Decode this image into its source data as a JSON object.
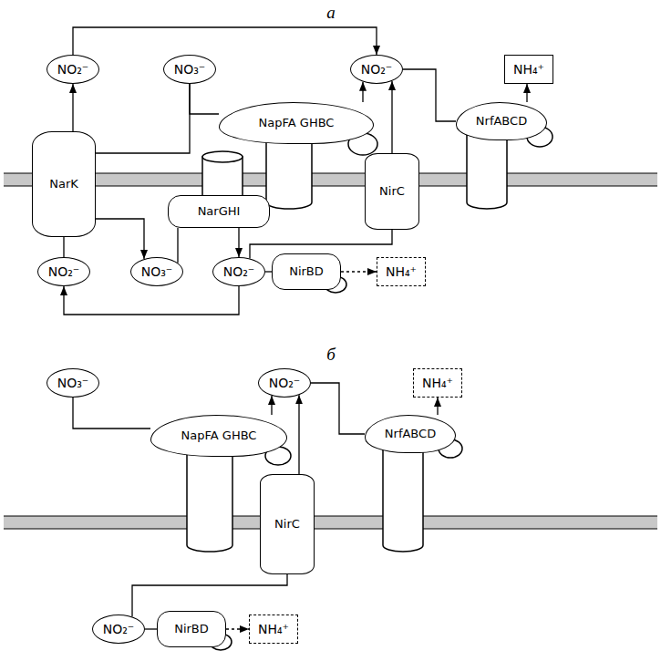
{
  "diagram": {
    "nodes": [
      {
        "text": [
          "NO₂⁻"
        ]
      },
      {
        "text": [
          "NO₃⁻"
        ]
      },
      {
        "text": [
          "NO₂⁻"
        ]
      },
      {
        "text": [
          "NH₄⁺"
        ]
      },
      {
        "text": [
          "NapFA GHBC"
        ]
      },
      {
        "text": [
          "NrfABCD"
        ]
      },
      {
        "text": [
          "NarK"
        ]
      },
      {
        "text": [
          "NirC"
        ]
      },
      {
        "text": [
          "NarGHI"
        ]
      },
      {
        "text": [
          "NO₂⁻"
        ]
      },
      {
        "text": [
          "NO₃⁻"
        ]
      },
      {
        "text": [
          "NO₂⁻"
        ]
      },
      {
        "text": [
          "NirBD"
        ]
      },
      {
        "text": [
          "NH₄⁺"
        ]
      },
      {
        "text": [
          "NO₃⁻"
        ]
      },
      {
        "text": [
          "NO₂⁻"
        ]
      },
      {
        "text": [
          "NH₄⁺"
        ]
      },
      {
        "text": [
          "NapFA GHBC"
        ]
      },
      {
        "text": [
          "NrfABCD"
        ]
      },
      {
        "text": [
          "NirC"
        ]
      },
      {
        "text": [
          "NO₂⁻"
        ]
      },
      {
        "text": [
          "NirBD"
        ]
      },
      {
        "text": [
          "NH₄⁺"
        ]
      }
    ],
    "edges": [
      {
        "from": 6,
        "to": 0,
        "arrow": "to"
      },
      {
        "from": 0,
        "to": 2,
        "arrow": "to"
      },
      {
        "from": 1,
        "to": 6,
        "arrow": "none"
      },
      {
        "from": 1,
        "to": 4,
        "arrow": "none"
      },
      {
        "from": 4,
        "to": 2,
        "arrow": "to"
      },
      {
        "from": 2,
        "to": 5,
        "arrow": "none"
      },
      {
        "from": 5,
        "to": 3,
        "arrow": "to"
      },
      {
        "from": 7,
        "to": 2,
        "arrow": "to"
      },
      {
        "from": 10,
        "to": 8,
        "arrow": "none"
      },
      {
        "from": 8,
        "to": 11,
        "arrow": "to"
      },
      {
        "from": 11,
        "to": 7,
        "arrow": "none"
      },
      {
        "from": 11,
        "to": 12,
        "arrow": "none"
      },
      {
        "from": 12,
        "to": 13,
        "arrow": "to"
      },
      {
        "from": 11,
        "to": 9,
        "arrow": "to"
      },
      {
        "from": 9,
        "to": 6,
        "arrow": "none"
      },
      {
        "from": 6,
        "to": 10,
        "arrow": "to"
      },
      {
        "from": 14,
        "to": 17,
        "arrow": "none"
      },
      {
        "from": 17,
        "to": 15,
        "arrow": "to"
      },
      {
        "from": 19,
        "to": 15,
        "arrow": "to"
      },
      {
        "from": 15,
        "to": 18,
        "arrow": "none"
      },
      {
        "from": 18,
        "to": 16,
        "arrow": "to"
      },
      {
        "from": 20,
        "to": 19,
        "arrow": "none"
      },
      {
        "from": 20,
        "to": 21,
        "arrow": "none"
      },
      {
        "from": 21,
        "to": 22,
        "arrow": "to"
      }
    ],
    "labels": [
      "а",
      "б"
    ]
  }
}
